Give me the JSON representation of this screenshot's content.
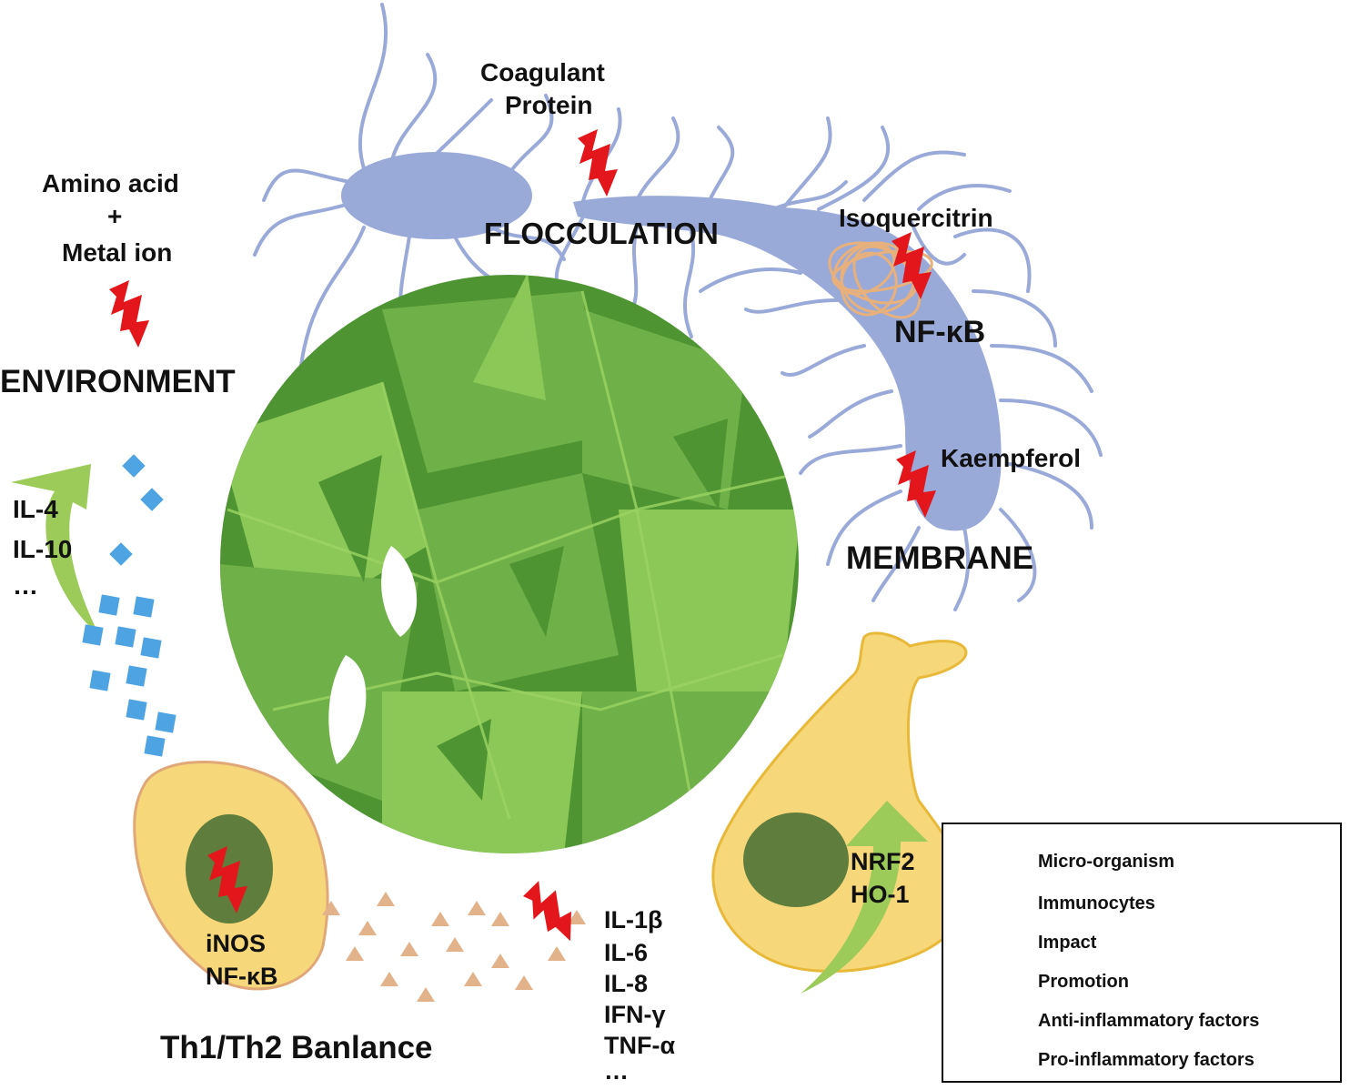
{
  "labels": {
    "coagulant": "Coagulant",
    "protein": "Protein",
    "amino_acid": "Amino acid",
    "plus": "+",
    "metal_ion": "Metal ion",
    "environment": "ENVIRONMENT",
    "flocculation": "FLOCCULATION",
    "isoquercitrin": "Isoquercitrin",
    "nfkb_top": "NF-κB",
    "kaempferol": "Kaempferol",
    "membrane": "MEMBRANE",
    "il4": "IL-4",
    "il10": "IL-10",
    "ellipsis_left": "…",
    "inos": "iNOS",
    "nfkb_bottom": "NF-κB",
    "th_balance": "Th1/Th2 Banlance",
    "il1b": "IL-1β",
    "il6": "IL-6",
    "il8": "IL-8",
    "ifng": "IFN-γ",
    "tnfa": "TNF-α",
    "ellipsis_right": "…",
    "nrf2": "NRF2",
    "ho1": "HO-1"
  },
  "legend": {
    "items": [
      {
        "label": "Micro-organism",
        "icon": "microorganism-icon"
      },
      {
        "label": "Immunocytes",
        "icon": "immunocyte-icon"
      },
      {
        "label": "Impact",
        "icon": "lightning-icon"
      },
      {
        "label": "Promotion",
        "icon": "green-arrow-icon"
      },
      {
        "label": "Anti-inflammatory factors",
        "icon": "blue-diamond-icon"
      },
      {
        "label": "Pro-inflammatory factors",
        "icon": "orange-triangle-icon"
      }
    ]
  },
  "colors": {
    "microbe": "#9aaad8",
    "leaf_dark": "#4f9432",
    "leaf_mid": "#6fb048",
    "leaf_light": "#8cc858",
    "cell": "#f6d77a",
    "cell_border": "#e8b838",
    "nucleus": "#5f7d3c",
    "impact": "#e3161b",
    "promotion": "#9ccb5a",
    "anti": "#4ea3e2",
    "pro": "#e2b28a"
  }
}
